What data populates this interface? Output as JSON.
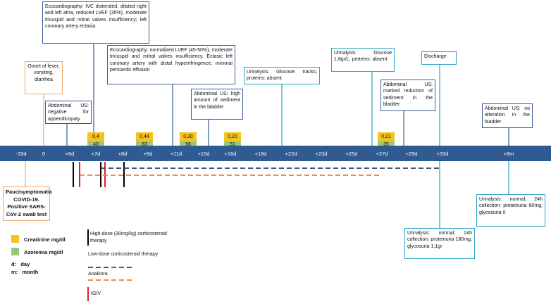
{
  "boxes": {
    "echo1": "Ecocardiography: IVC distended, dilated right and left atria, reduced LVEF (35%), moderate tricuspid and mitral valves insufficiency; left coronary artery ectasia",
    "echo2": "Ecocardiography: normalized LVEF (45-50%), moderate tricuspid and mitral valves insufficiency. Ectasic left coronary artery with distal hyperrifringence; minimal pericardic effusion",
    "onset": "Onset of fever, vomiting, diarrhea",
    "us1": "Abdominal US: negative for appendicopaty",
    "us2": "Abdominal US: high amount of sediment in the bladder",
    "urin1": "Urinalysis: Glucose: tracks; proteins: absent",
    "urin2": "Urinalysis: Glucose 1,8gr/L; proteins: absent",
    "discharge": "Discharge",
    "us3": "Abdominal US: marked reduction of sediment in the bladder",
    "us4": "Abdominal US: no alteration in the bladder",
    "covid": "Paucisymptomatic COVID-19. Positive SARS-CoV-2 swab test",
    "urin3": "Urinalysis: normal; 24h collection: proteinuria 180mg, glycosuria 1,1gr",
    "urin4": "Urinalysis: normal; 24h collection: proteinuria 80mg, glycosuria 0"
  },
  "timeline_ticks": [
    "-33d",
    "0",
    "+6d",
    "+7d",
    "+8d",
    "+9d",
    "+11d",
    "+15d",
    "+16d",
    "+18d",
    "+22d",
    "+23d",
    "+25d",
    "+27d",
    "+29d",
    "+33d",
    "+8m"
  ],
  "lab_values": [
    {
      "creatinine": "0,4",
      "azotemia": "40"
    },
    {
      "creatinine": "0,44",
      "azotemia": "63"
    },
    {
      "creatinine": "0,30",
      "azotemia": "56"
    },
    {
      "creatinine": "0,20",
      "azotemia": "51"
    },
    {
      "creatinine": "0,21",
      "azotemia": "35"
    }
  ],
  "therapy_legend": {
    "high_dose": "High-dose (30mg/kg) corticosteroid therapy",
    "low_dose": "Low-dose corticosteroid therapy",
    "anakinra": "Anakinra",
    "igiv": "IGIV"
  },
  "legend": {
    "creatinine": "Creatinine mg/dl",
    "azotemia": "Azotemia mg/dl",
    "day": "d:   day",
    "month": "m:   month"
  },
  "colors": {
    "timeline": "#2f5a92",
    "creatinine": "#f5c320",
    "azotemia": "#97c97d",
    "high_dose": "#000000",
    "low_dose": "#2b3a6e",
    "anakinra": "#f07b2a",
    "igiv": "#e02020"
  }
}
